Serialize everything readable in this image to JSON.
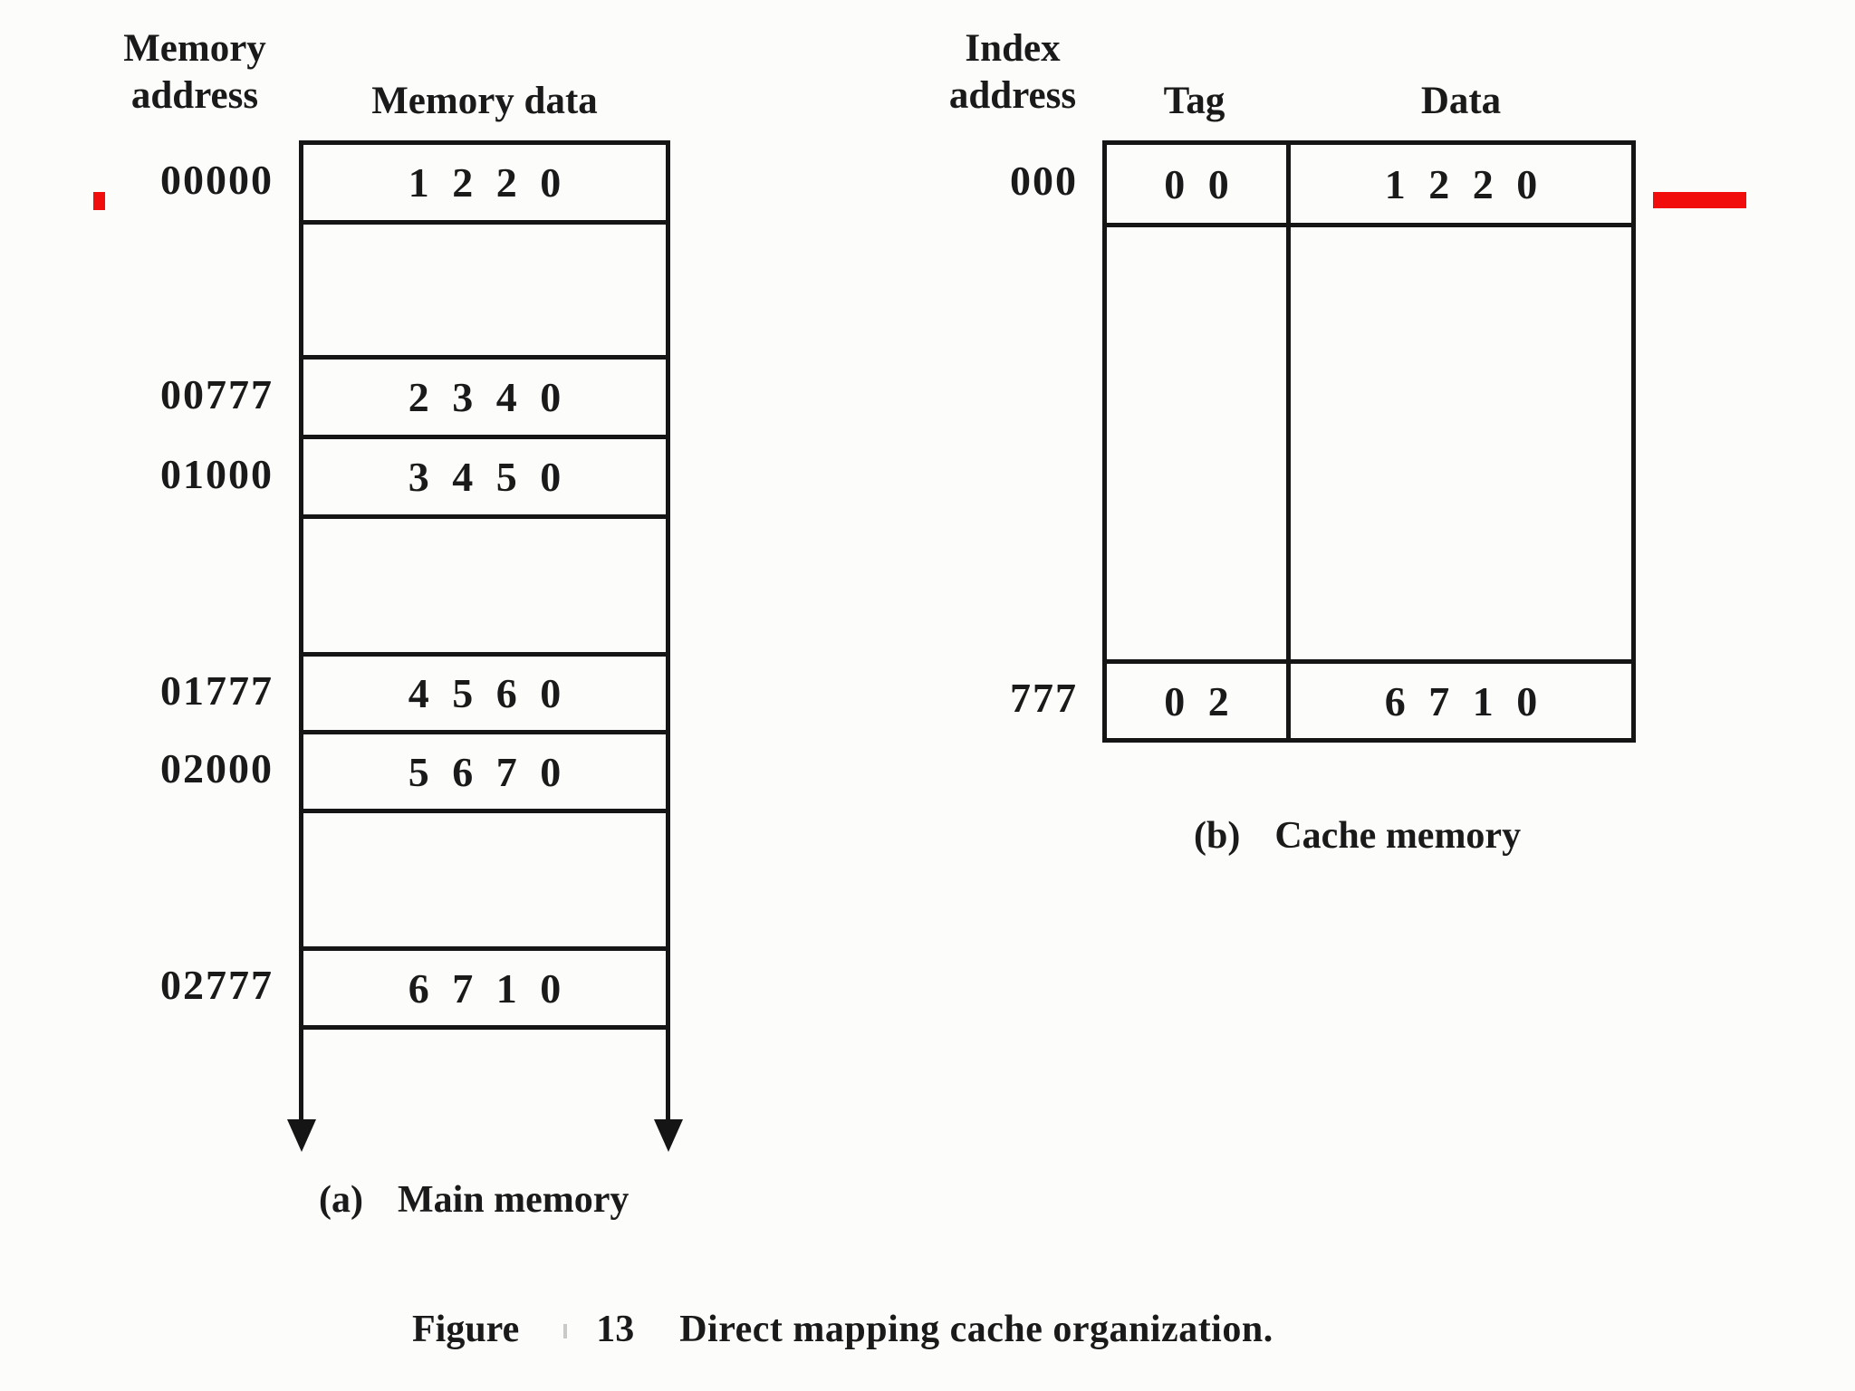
{
  "main_memory": {
    "address_header_line1": "Memory",
    "address_header_line2": "address",
    "data_header": "Memory data",
    "rows": [
      {
        "address": "00000",
        "data": "1 2 2 0"
      },
      {
        "address": "00777",
        "data": "2 3 4 0"
      },
      {
        "address": "01000",
        "data": "3 4 5 0"
      },
      {
        "address": "01777",
        "data": "4 5 6 0"
      },
      {
        "address": "02000",
        "data": "5 6 7 0"
      },
      {
        "address": "02777",
        "data": "6 7 1 0"
      }
    ],
    "label_prefix": "(a)",
    "label": "Main memory"
  },
  "cache_memory": {
    "index_header_line1": "Index",
    "index_header_line2": "address",
    "tag_header": "Tag",
    "data_header": "Data",
    "rows": [
      {
        "index": "000",
        "tag": "0 0",
        "data": "1 2 2 0"
      },
      {
        "index": "777",
        "tag": "0 2",
        "data": "6 7 1 0"
      }
    ],
    "label_prefix": "(b)",
    "label": "Cache memory"
  },
  "caption": {
    "word": "Figure",
    "number": "13",
    "text": "Direct mapping cache organization."
  },
  "annotations": {
    "red_mark_color": "#f20d0d",
    "line_color": "#151515"
  }
}
